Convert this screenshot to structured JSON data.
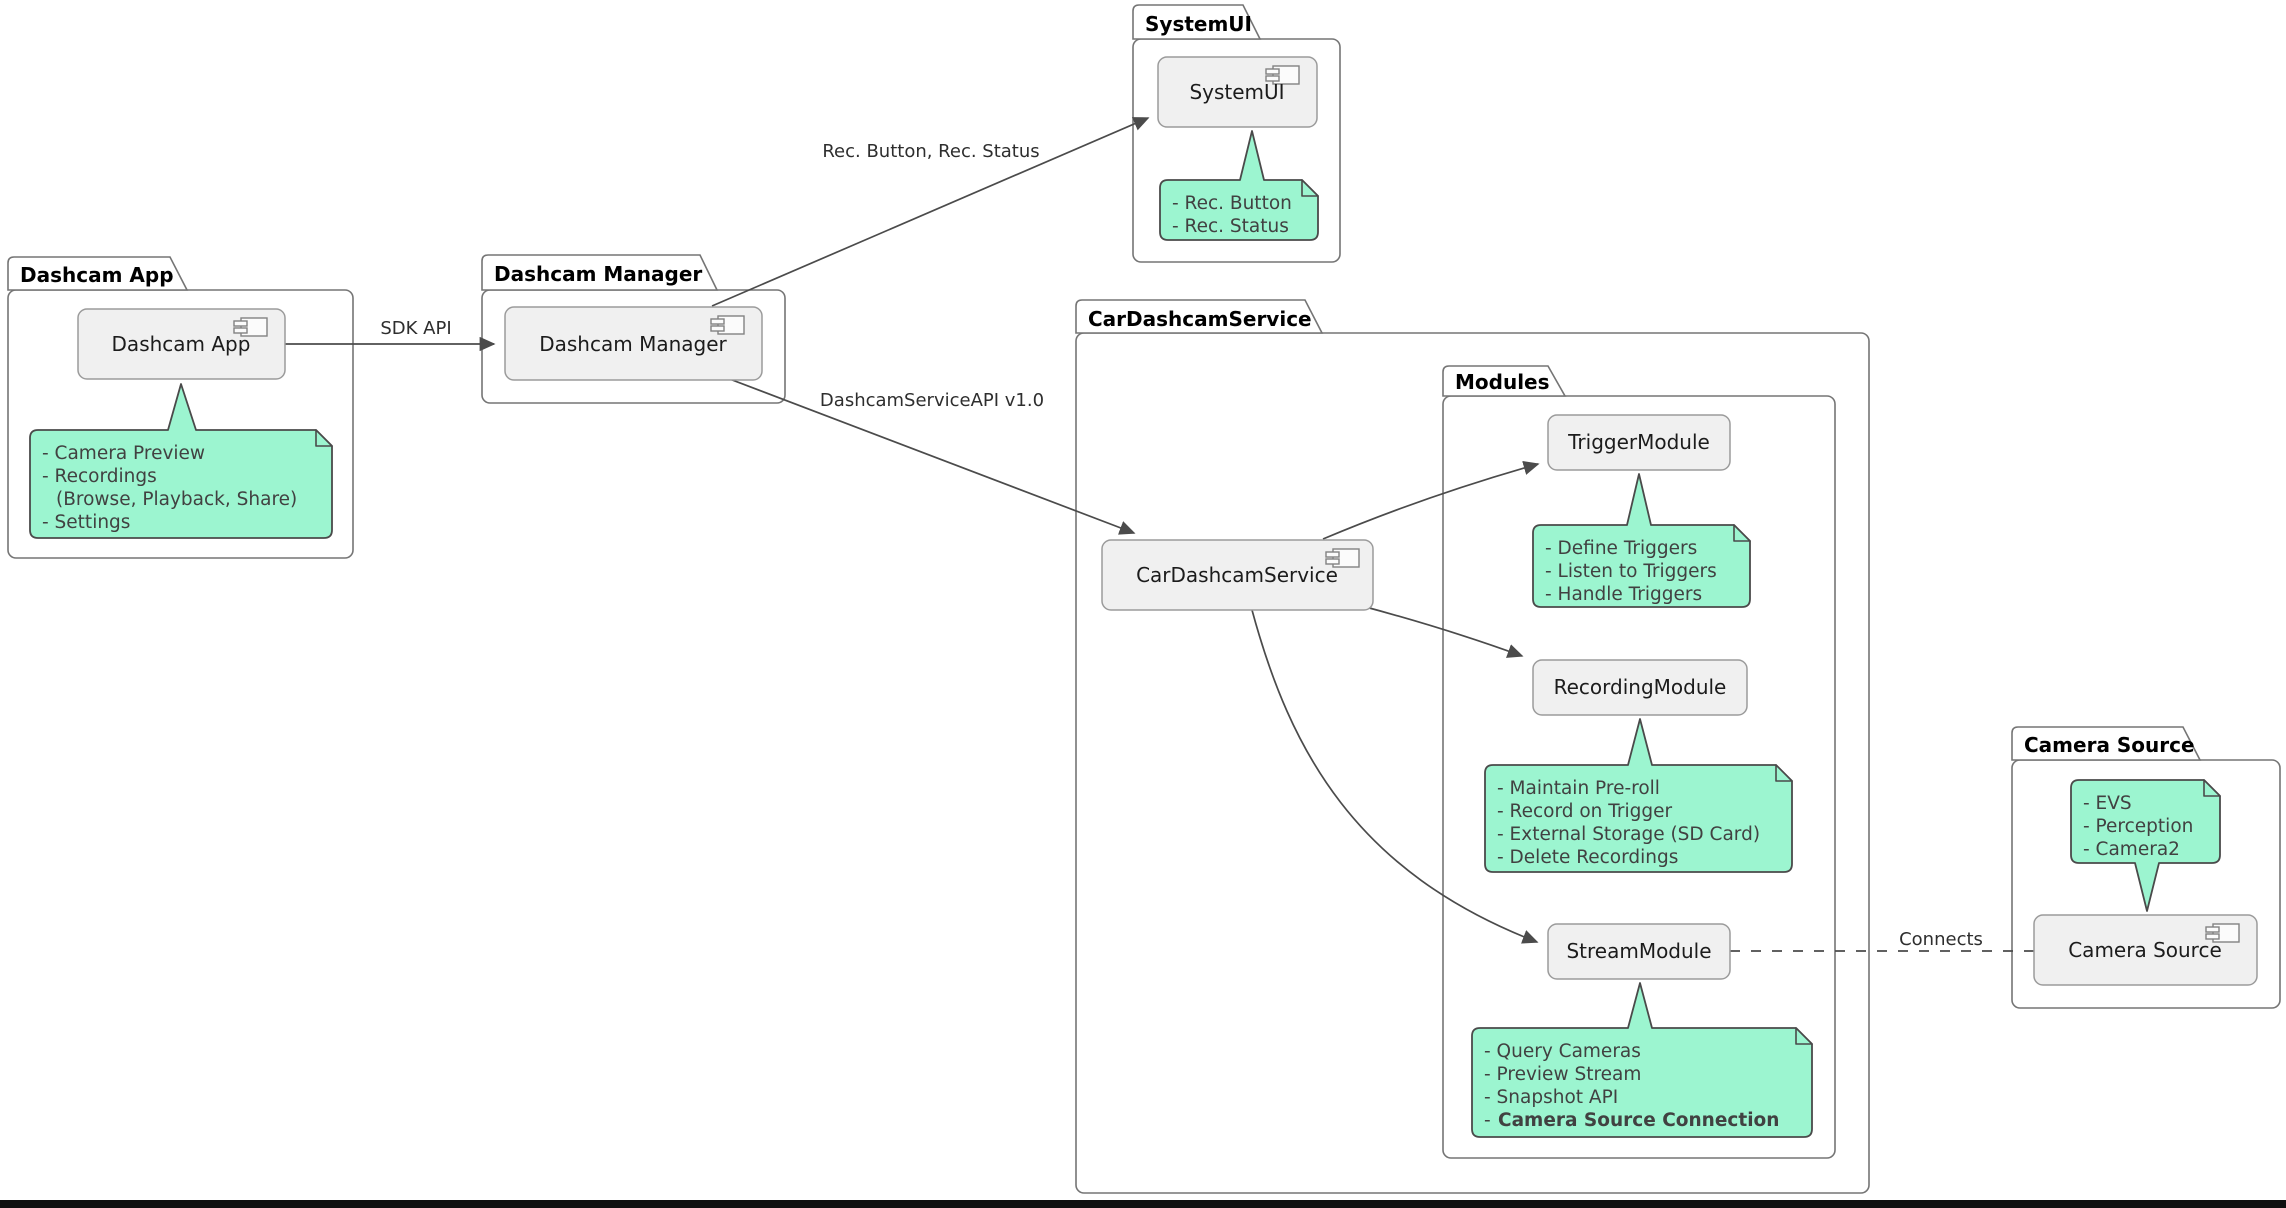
{
  "colors": {
    "note_fill": "#9CF5D0",
    "note_stroke": "#4A4A4A",
    "note_text": "#414141",
    "component_fill": "#F0F0F0",
    "component_stroke": "#9B9B9B",
    "component_text": "#1C1C1C",
    "package_stroke": "#757575",
    "package_fill": "#FFFFFF",
    "title_text": "#000000",
    "edge_color": "#4B4B4B",
    "edge_label": "#2E2E2E",
    "icon_stroke": "#828282",
    "bottom_bar": "#0F0F0F"
  },
  "packages": {
    "dashcam_app": {
      "title": "Dashcam App"
    },
    "dashcam_manager": {
      "title": "Dashcam Manager"
    },
    "systemui": {
      "title": "SystemUI"
    },
    "car_dashcam_service": {
      "title": "CarDashcamService"
    },
    "modules": {
      "title": "Modules"
    },
    "camera_source": {
      "title": "Camera Source"
    }
  },
  "components": {
    "dashcam_app": {
      "label": "Dashcam App"
    },
    "dashcam_manager": {
      "label": "Dashcam Manager"
    },
    "systemui": {
      "label": "SystemUI"
    },
    "car_dashcam_service": {
      "label": "CarDashcamService"
    },
    "trigger_module": {
      "label": "TriggerModule"
    },
    "recording_module": {
      "label": "RecordingModule"
    },
    "stream_module": {
      "label": "StreamModule"
    },
    "camera_source": {
      "label": "Camera Source"
    }
  },
  "notes": {
    "dashcam_app": {
      "lines": [
        "- Camera Preview",
        "- Recordings",
        "(Browse, Playback, Share)",
        "- Settings"
      ]
    },
    "systemui": {
      "lines": [
        "- Rec. Button",
        "- Rec. Status"
      ]
    },
    "trigger": {
      "lines": [
        "- Define Triggers",
        "- Listen to Triggers",
        "- Handle Triggers"
      ]
    },
    "recording": {
      "lines": [
        "- Maintain Pre-roll",
        "- Record on Trigger",
        "- External Storage (SD Card)",
        "- Delete Recordings"
      ]
    },
    "stream": {
      "lines": [
        "- Query Cameras",
        "- Preview Stream",
        "- Snapshot API"
      ],
      "bold_dash": "-",
      "bold_text": "Camera Source Connection"
    },
    "camera_source": {
      "lines": [
        "- EVS",
        "- Perception",
        "- Camera2"
      ]
    }
  },
  "edges": {
    "sdk_api": {
      "label": "SDK API"
    },
    "rec_ui": {
      "label": "Rec. Button, Rec. Status"
    },
    "service_api": {
      "label": "DashcamServiceAPI v1.0"
    },
    "connects": {
      "label": "Connects"
    }
  }
}
